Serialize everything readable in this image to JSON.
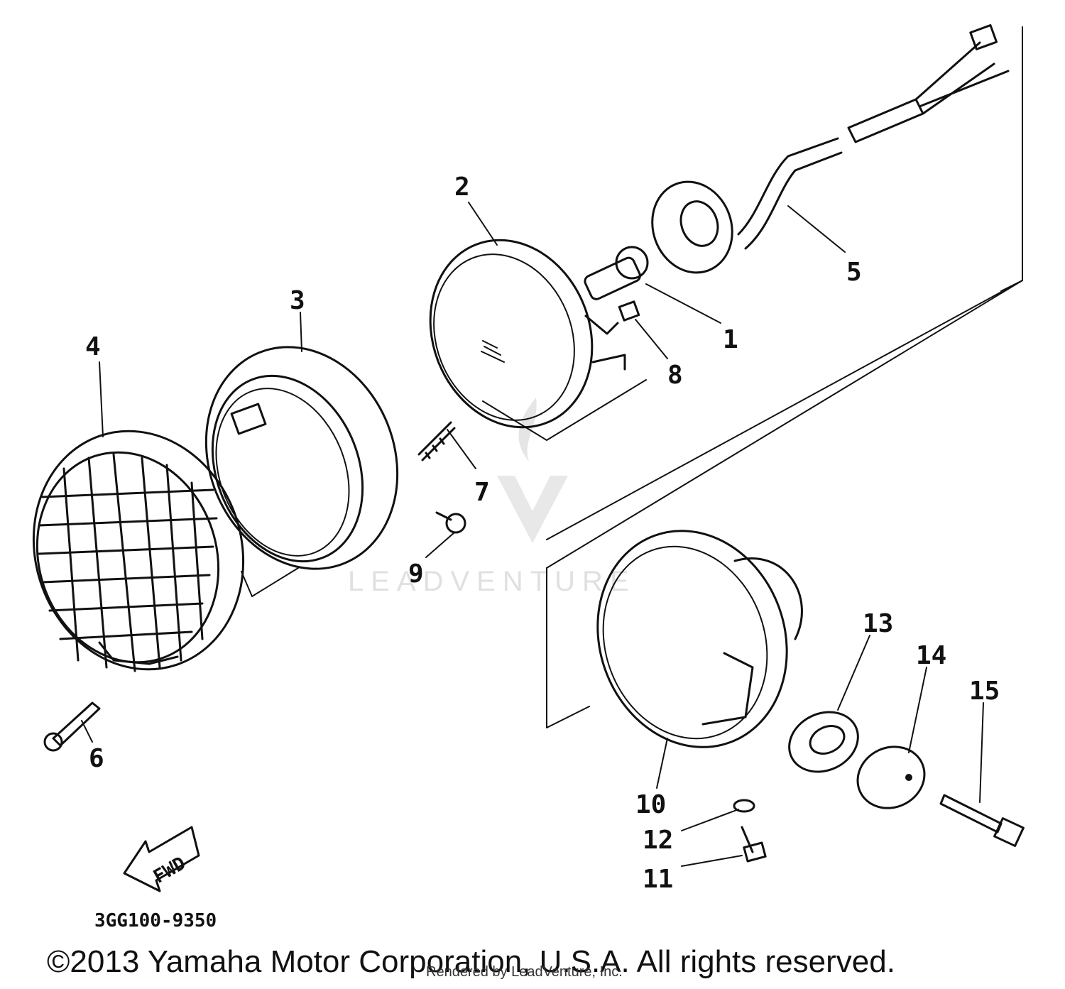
{
  "diagram": {
    "callouts": [
      "1",
      "2",
      "3",
      "4",
      "5",
      "6",
      "7",
      "8",
      "9",
      "10",
      "11",
      "12",
      "13",
      "14",
      "15"
    ],
    "direction_label": "FWD",
    "diagram_code": "3GG100-9350"
  },
  "footer": {
    "copyright": "©2013 Yamaha Motor Corporation, U.S.A. All rights reserved.",
    "rendered_by": "Rendered by LeadVenture, Inc."
  },
  "watermark": {
    "text": "LEADVENTURE",
    "icon": "leadventure-logo-icon"
  }
}
